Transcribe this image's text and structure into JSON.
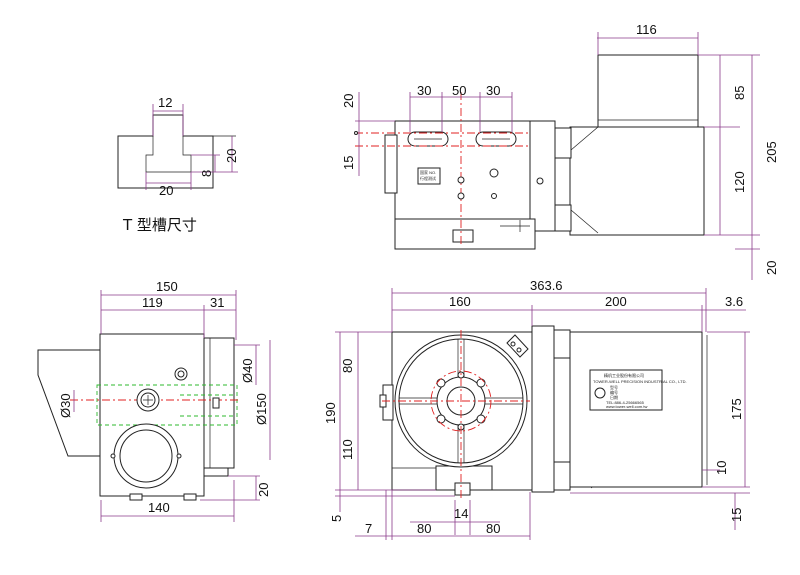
{
  "tslot": {
    "caption": "T 型槽尺寸",
    "dims": {
      "top_width": "12",
      "base_width": "20",
      "height": "20",
      "neck": "8"
    }
  },
  "side_view": {
    "dims": {
      "motor_width": "116",
      "motor_height": "85",
      "total_height": "205",
      "body_height": "120",
      "base_offset": "20",
      "slot_a": "30",
      "slot_b": "50",
      "slot_c": "30",
      "top_gap": "20",
      "slot_h": "15"
    },
    "label_plate": [
      "国家 NO.",
      "行程测试"
    ]
  },
  "end_view": {
    "dims": {
      "overall": "150",
      "body": "119",
      "flange": "31",
      "bore_small": "Ø30",
      "bore_40": "Ø40",
      "bore_150": "Ø150",
      "base": "140",
      "bottom": "20"
    }
  },
  "top_view": {
    "dims": {
      "overall": "363.6",
      "table_sec": "160",
      "motor_sec": "200",
      "end_gap": "3.6",
      "upper": "80",
      "total": "190",
      "lower": "110",
      "depth": "175",
      "mid": "10",
      "offset5": "5",
      "bot14": "14",
      "left7": "7",
      "left80": "80",
      "right80": "80",
      "base15": "15"
    },
    "nameplate": [
      "精机工业股份有限公司",
      "TOWER-WELL PRECISION INDUSTRIAL CO., LTD.",
      "型号",
      "编号",
      "日期",
      "TEL:886-4-25666565",
      "www.tower-well.com.tw"
    ]
  }
}
